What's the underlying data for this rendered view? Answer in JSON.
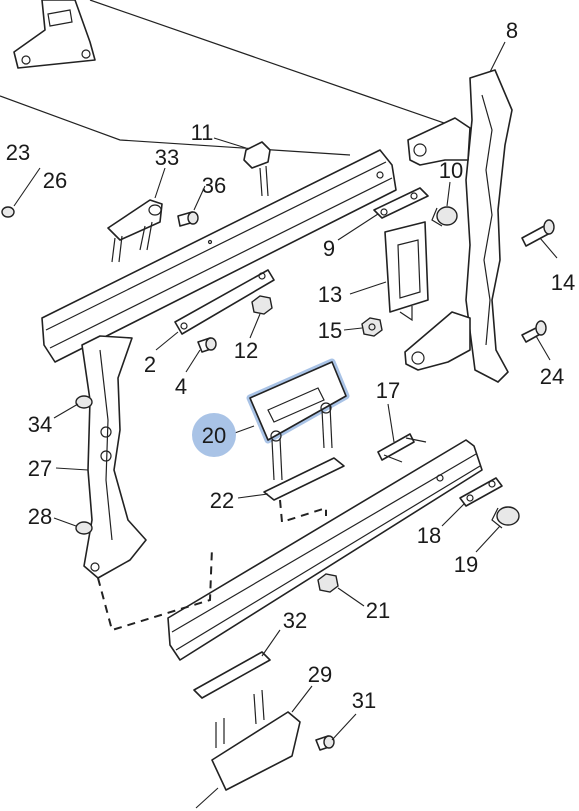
{
  "diagram": {
    "callouts": [
      {
        "id": "c8",
        "text": "8"
      },
      {
        "id": "c23",
        "text": "23"
      },
      {
        "id": "c26",
        "text": "26"
      },
      {
        "id": "c33",
        "text": "33"
      },
      {
        "id": "c11",
        "text": "11"
      },
      {
        "id": "c36",
        "text": "36"
      },
      {
        "id": "c10",
        "text": "10"
      },
      {
        "id": "c9",
        "text": "9"
      },
      {
        "id": "c13",
        "text": "13"
      },
      {
        "id": "c14",
        "text": "14"
      },
      {
        "id": "c15",
        "text": "15"
      },
      {
        "id": "c2",
        "text": "2"
      },
      {
        "id": "c12",
        "text": "12"
      },
      {
        "id": "c4",
        "text": "4"
      },
      {
        "id": "c24",
        "text": "24"
      },
      {
        "id": "c34",
        "text": "34"
      },
      {
        "id": "c17",
        "text": "17"
      },
      {
        "id": "c20",
        "text": "20"
      },
      {
        "id": "c27",
        "text": "27"
      },
      {
        "id": "c22",
        "text": "22"
      },
      {
        "id": "c18",
        "text": "18"
      },
      {
        "id": "c28",
        "text": "28"
      },
      {
        "id": "c19",
        "text": "19"
      },
      {
        "id": "c21",
        "text": "21"
      },
      {
        "id": "c32",
        "text": "32"
      },
      {
        "id": "c29",
        "text": "29"
      },
      {
        "id": "c31",
        "text": "31"
      }
    ],
    "highlighted_part": "20",
    "highlight_color": "#a9c3e6",
    "line_color": "#222222",
    "background_color": "#ffffff"
  }
}
